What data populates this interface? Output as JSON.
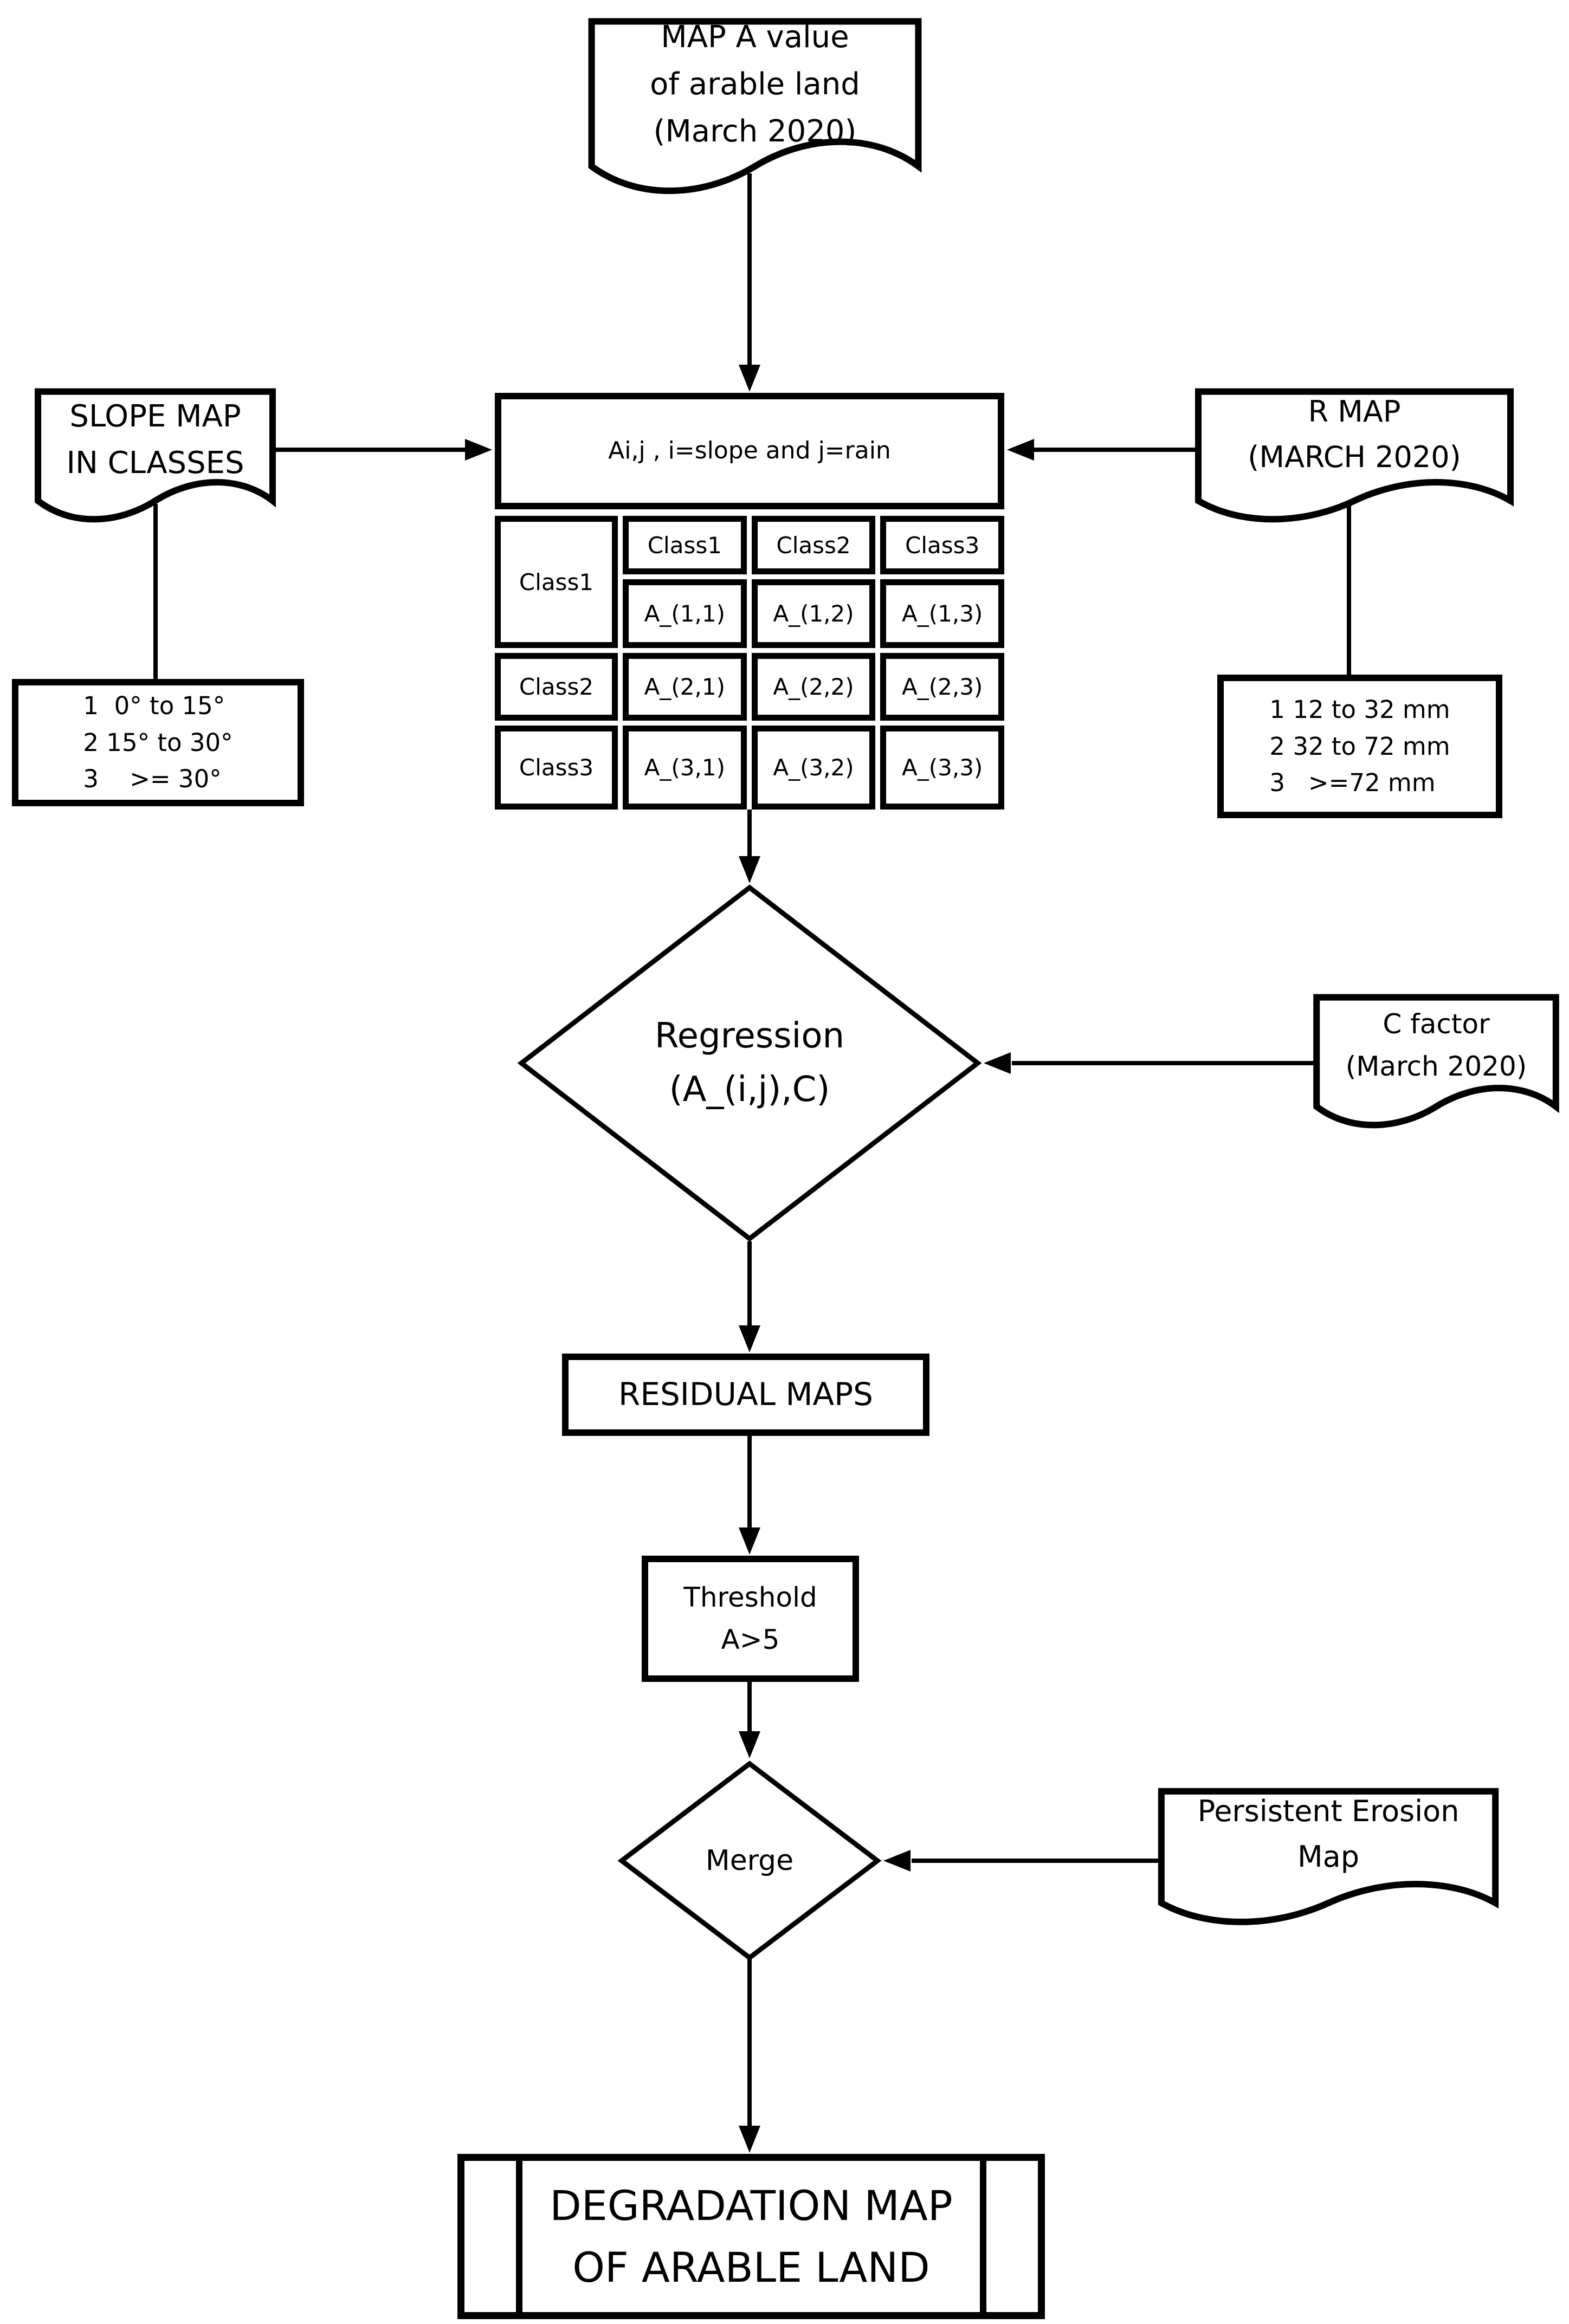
{
  "diagram": {
    "colors": {
      "stroke": "#000000",
      "background": "#ffffff"
    },
    "map_a": {
      "label": "MAP A value\nof arable land\n(March 2020)"
    },
    "slope_map": {
      "label": "SLOPE MAP\nIN CLASSES"
    },
    "r_map": {
      "label": "R MAP\n(MARCH 2020)"
    },
    "matrix": {
      "title": "Ai,j , i=slope and j=rain",
      "col_headers": [
        "Class1",
        "Class2",
        "Class3"
      ],
      "row_headers": [
        "Class1",
        "Class2",
        "Class3"
      ],
      "values": [
        [
          "A_(1,1)",
          "A_(1,2)",
          "A_(1,3)"
        ],
        [
          "A_(2,1)",
          "A_(2,2)",
          "A_(2,3)"
        ],
        [
          "A_(3,1)",
          "A_(3,2)",
          "A_(3,3)"
        ]
      ]
    },
    "slope_classes": {
      "text": "1  0° to 15°\n2 15° to 30°\n3    >= 30°"
    },
    "rain_classes": {
      "text": "1 12 to 32 mm\n2 32 to 72 mm\n3   >=72 mm"
    },
    "regression": {
      "label": "Regression\n(A_(i,j),C)"
    },
    "c_factor": {
      "label": "C factor\n(March 2020)"
    },
    "residual_maps": {
      "label": "RESIDUAL MAPS"
    },
    "threshold": {
      "label": "Threshold\nA>5"
    },
    "merge": {
      "label": "Merge"
    },
    "persistent_erosion": {
      "label": "Persistent Erosion\nMap"
    },
    "degradation": {
      "label": "DEGRADATION MAP\nOF ARABLE LAND"
    },
    "edges": [
      {
        "from": "map-a-value",
        "to": "a-matrix"
      },
      {
        "from": "slope-map",
        "to": "a-matrix"
      },
      {
        "from": "r-map",
        "to": "a-matrix"
      },
      {
        "from": "slope-map",
        "to": "slope-classes"
      },
      {
        "from": "r-map",
        "to": "rain-classes"
      },
      {
        "from": "a-matrix",
        "to": "regression"
      },
      {
        "from": "c-factor",
        "to": "regression"
      },
      {
        "from": "regression",
        "to": "residual-maps"
      },
      {
        "from": "residual-maps",
        "to": "threshold"
      },
      {
        "from": "threshold",
        "to": "merge"
      },
      {
        "from": "persistent-erosion-map",
        "to": "merge"
      },
      {
        "from": "merge",
        "to": "degradation-map"
      }
    ]
  }
}
